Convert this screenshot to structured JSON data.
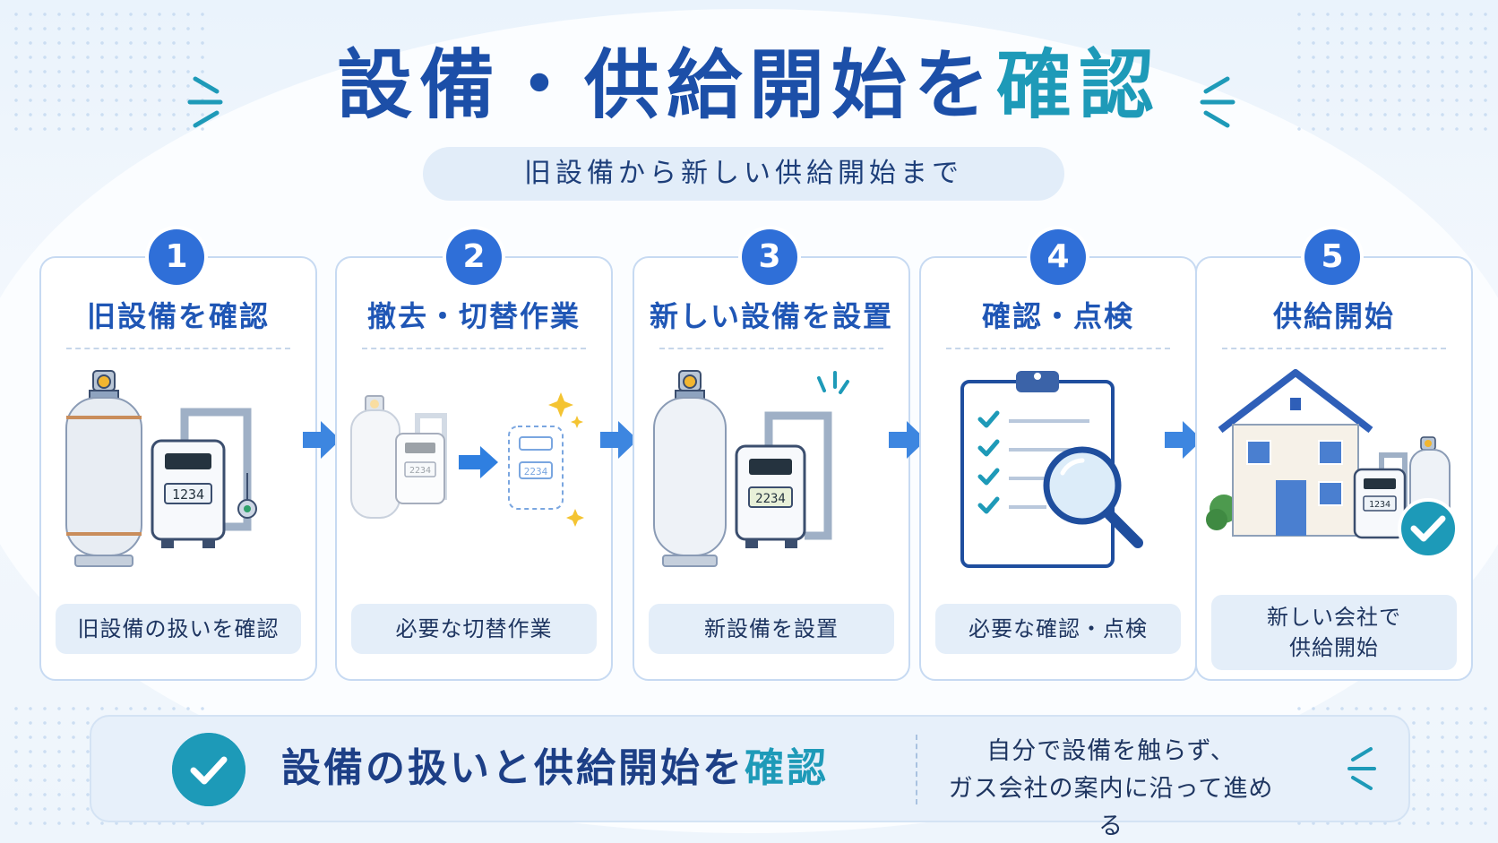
{
  "title": {
    "main": "設備・供給開始を",
    "accent": "確認"
  },
  "subtitle": "旧設備から新しい供給開始まで",
  "steps": [
    {
      "number": "1",
      "title": "旧設備を確認",
      "caption": "旧設備の扱いを確認",
      "meter_reading": "1234"
    },
    {
      "number": "2",
      "title": "撤去・切替作業",
      "caption": "必要な切替作業",
      "meter_reading": "2234"
    },
    {
      "number": "3",
      "title": "新しい設備を設置",
      "caption": "新設備を設置",
      "meter_reading": "2234"
    },
    {
      "number": "4",
      "title": "確認・点検",
      "caption": "必要な確認・点検"
    },
    {
      "number": "5",
      "title": "供給開始",
      "caption_line1": "新しい会社で",
      "caption_line2": "供給開始",
      "meter_reading": "1234"
    }
  ],
  "footer": {
    "main": "設備の扱いと供給開始を",
    "accent": "確認",
    "note_line1": "自分で設備を触らず、",
    "note_line2": "ガス会社の案内に沿って進める"
  },
  "colors": {
    "primary": "#1c4fa8",
    "accent_teal": "#1e9ab8",
    "badge_blue": "#2f6fd8",
    "card_border": "#c7daf2",
    "caption_bg": "#e4eef9",
    "arrow_blue": "#3d86e0"
  },
  "icons": [
    "gas-cylinder-icon",
    "gas-meter-icon",
    "clipboard-checklist-icon",
    "magnifier-icon",
    "house-icon",
    "check-icon",
    "arrow-right-icon",
    "sparkle-icon"
  ]
}
